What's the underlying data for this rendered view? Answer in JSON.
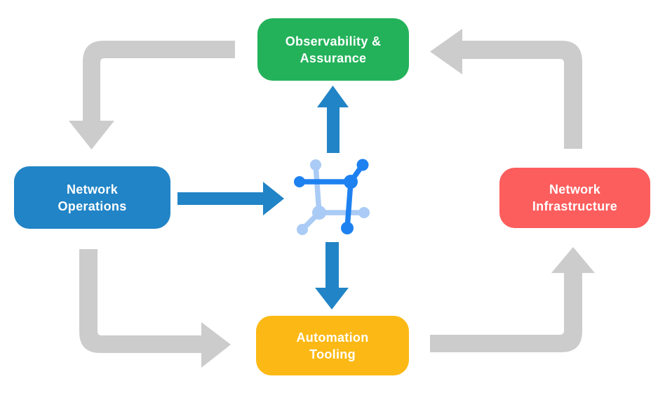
{
  "diagram": {
    "type": "cycle-diagram",
    "background": "#FFFFFF"
  },
  "colors": {
    "observability_green": "#23B25A",
    "operations_blue": "#2184C6",
    "infrastructure_red": "#FC5D5D",
    "automation_yellow": "#FCB915",
    "arrow_gray": "#CCCCCC",
    "link_blue": "#2184C6",
    "icon_blue_dark": "#1E81F0",
    "icon_blue_light": "#AACBF5",
    "label_text": "#FFFFFF"
  },
  "nodes": {
    "observability": {
      "line1": "Observability &",
      "line2": "Assurance"
    },
    "operations": {
      "line1": "Network",
      "line2": "Operations"
    },
    "infrastructure": {
      "line1": "Network",
      "line2": "Infrastructure"
    },
    "automation": {
      "line1": "Automation",
      "line2": "Tooling"
    }
  },
  "center_icon": {
    "name": "network-mesh-icon"
  },
  "arrows": {
    "cycle": [
      {
        "from": "Observability & Assurance",
        "to": "Network Operations",
        "style": "gray-elbow",
        "direction": "left-then-down"
      },
      {
        "from": "Network Operations",
        "to": "Automation Tooling",
        "style": "gray-elbow",
        "direction": "down-then-right"
      },
      {
        "from": "Automation Tooling",
        "to": "Network Infrastructure",
        "style": "gray-elbow",
        "direction": "right-then-up"
      },
      {
        "from": "Network Infrastructure",
        "to": "Observability & Assurance",
        "style": "gray-elbow",
        "direction": "up-then-left"
      }
    ],
    "links": [
      {
        "from": "Network Operations",
        "to": "center-icon",
        "style": "blue-straight",
        "direction": "right"
      },
      {
        "from": "center-icon",
        "to": "Observability & Assurance",
        "style": "blue-straight",
        "direction": "up"
      },
      {
        "from": "center-icon",
        "to": "Automation Tooling",
        "style": "blue-straight",
        "direction": "down"
      }
    ]
  }
}
